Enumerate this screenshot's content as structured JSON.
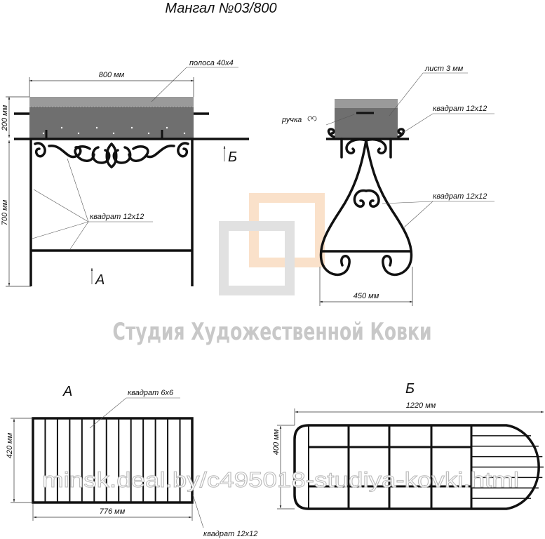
{
  "title": "Мангал №03/800",
  "front_view": {
    "width_dim": "800 мм",
    "height_box_dim": "200 мм",
    "height_leg_dim": "700 мм",
    "strip_label": "полоса 40х4",
    "bar_label": "квадрат 12х12",
    "view_a_marker": "А",
    "view_b_marker": "Б"
  },
  "side_view": {
    "sheet_label": "лист 3 мм",
    "handle_label": "ручка",
    "bar_label_top": "квадрат 12х12",
    "bar_label_mid": "квадрат 12х12",
    "width_dim": "450 мм"
  },
  "watermark": {
    "studio_name": "Студия Художественной Ковки",
    "url": "minsk.deal.by/c495018-studiya-kovki.html"
  },
  "view_a": {
    "heading": "А",
    "bars_label": "квадрат 6х6",
    "height_dim": "420 мм",
    "width_dim": "776 мм",
    "frame_label": "квадрат 12х12"
  },
  "view_b": {
    "heading": "Б",
    "width_dim": "1220 мм",
    "height_dim": "400 мм"
  }
}
